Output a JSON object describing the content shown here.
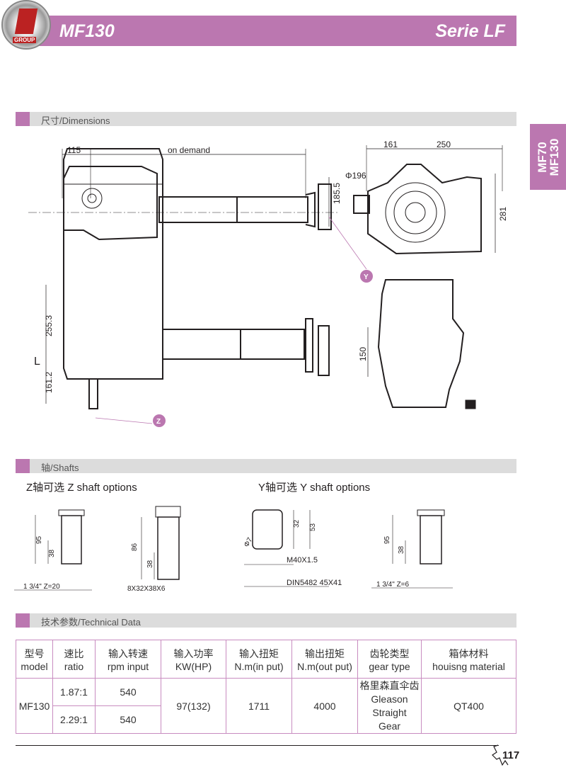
{
  "header": {
    "model": "MF130",
    "series": "Serie LF",
    "logo_text": "GROUP"
  },
  "side_tab": {
    "line1": "MF70",
    "line2": "MF130"
  },
  "sections": {
    "dimensions": "尺寸/Dimensions",
    "shafts": "轴/Shafts",
    "technical": "技术参数/Technical Data"
  },
  "dimensions": {
    "d115": "115",
    "on_demand": "on demand",
    "d161": "161",
    "d250": "250",
    "phi196": "Φ196",
    "d185_5": "185.5",
    "d281": "281",
    "d255_3": "255.3",
    "d161_2": "161.2",
    "L": "L",
    "d150": "150",
    "marker_y": "Y",
    "marker_z": "Z"
  },
  "shafts": {
    "z_title": "Z轴可选 Z shaft options",
    "y_title": "Y轴可选 Y shaft options",
    "z1": {
      "len": "95",
      "mid": "38",
      "spec": "1 3/4\" Z=20"
    },
    "z2": {
      "len": "86",
      "mid": "38",
      "spec": "8X32X38X6"
    },
    "y1": {
      "a": "32",
      "b": "53",
      "phi": "Φ7",
      "thread": "M40X1.5",
      "spline": "DIN5482  45X41"
    },
    "y2": {
      "len": "95",
      "mid": "38",
      "spec": "1 3/4\" Z=6"
    }
  },
  "table": {
    "headers": [
      [
        "型号",
        "model"
      ],
      [
        "速比",
        "ratio"
      ],
      [
        "输入转速",
        "rpm input"
      ],
      [
        "输入功率",
        "KW(HP)"
      ],
      [
        "输入扭矩",
        "N.m(in put)"
      ],
      [
        "输出扭矩",
        "N.m(out put)"
      ],
      [
        "齿轮类型",
        "gear type"
      ],
      [
        "箱体材料",
        "houisng material"
      ]
    ],
    "model": "MF130",
    "rows": [
      {
        "ratio": "1.87:1",
        "rpm": "540"
      },
      {
        "ratio": "2.29:1",
        "rpm": "540"
      }
    ],
    "power": "97(132)",
    "torque_in": "1711",
    "torque_out": "4000",
    "gear_type": [
      "格里森直伞齿",
      "Gleason",
      "Straight",
      "Gear"
    ],
    "material": "QT400"
  },
  "page_number": "117"
}
